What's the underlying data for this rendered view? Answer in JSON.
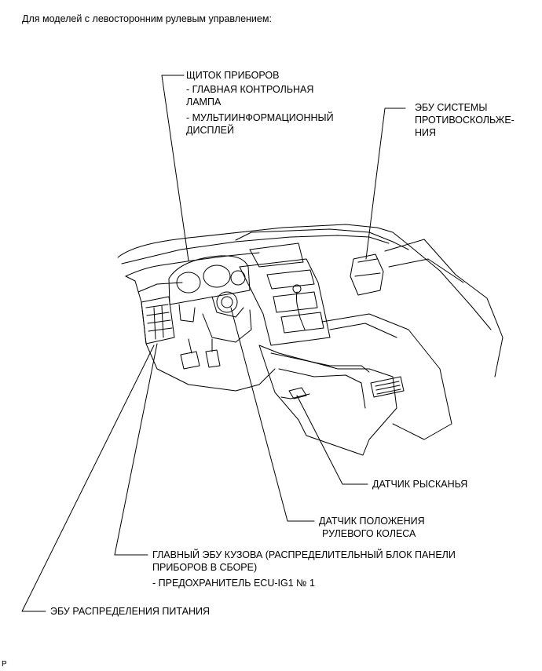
{
  "header": "Для моделей с левосторонним рулевым управлением:",
  "callouts": {
    "combination_meter": {
      "title": "ЩИТОК ПРИБОРОВ",
      "items": [
        "- ГЛАВНАЯ КОНТРОЛЬНАЯ",
        "ЛАМПА",
        "- МУЛЬТИИНФОРМАЦИОННЫЙ",
        "ДИСПЛЕЙ"
      ]
    },
    "skid_control_ecu": {
      "lines": [
        "ЭБУ СИСТЕМЫ",
        "ПРОТИВОСКОЛЬЖЕ-",
        "НИЯ"
      ]
    },
    "yaw_rate_sensor": {
      "label": "ДАТЧИК РЫСКАНЬЯ"
    },
    "steering_angle_sensor": {
      "lines": [
        "ДАТЧИК ПОЛОЖЕНИЯ",
        "РУЛЕВОГО КОЛЕСА"
      ]
    },
    "main_body_ecu": {
      "lines": [
        "ГЛАВНЫЙ ЭБУ КУЗОВА (РАСПРЕДЕЛИТЕЛЬНЫЙ БЛОК ПАНЕЛИ",
        "ПРИБОРОВ В СБОРЕ)"
      ],
      "fuse": "- ПРЕДОХРАНИТЕЛЬ ECU-IG1 № 1"
    },
    "power_distributor_ecu": {
      "label": "ЭБУ РАСПРЕДЕЛЕНИЯ ПИТАНИЯ"
    }
  },
  "corner_mark": "P"
}
